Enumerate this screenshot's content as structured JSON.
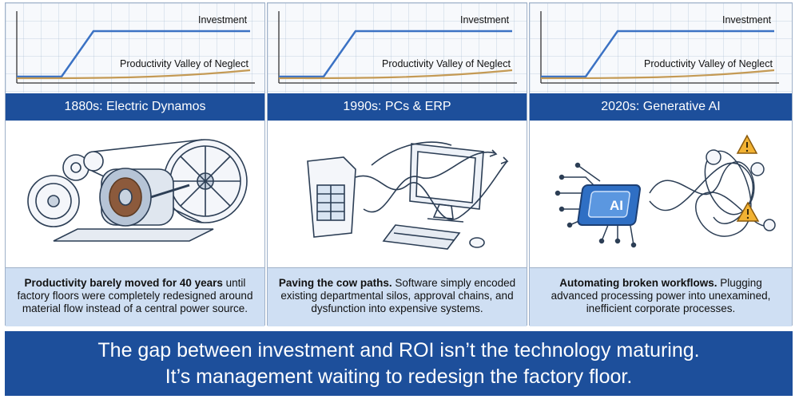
{
  "panels": [
    {
      "chart": {
        "investment_label": "Investment",
        "productivity_label": "Productivity Valley of Neglect"
      },
      "era_title": "1880s: Electric Dynamos",
      "caption_bold": "Productivity barely moved for 40 years",
      "caption_rest": " until factory floors were completely redesigned around material flow instead of a central power source."
    },
    {
      "chart": {
        "investment_label": "Investment",
        "productivity_label": "Productivity Valley of Neglect"
      },
      "era_title": "1990s: PCs & ERP",
      "caption_bold": "Paving the cow paths.",
      "caption_rest": " Software simply encoded existing departmental silos, approval chains, and dysfunction into expensive systems."
    },
    {
      "chart": {
        "investment_label": "Investment",
        "productivity_label": "Productivity Valley of Neglect"
      },
      "era_title": "2020s: Generative AI",
      "ai_chip_label": "AI",
      "caption_bold": "Automating broken workflows.",
      "caption_rest": " Plugging advanced processing power into unexamined, inefficient corporate processes."
    }
  ],
  "footer": {
    "line1": "The gap between investment and ROI isn’t the technology maturing.",
    "line2": "It’s management waiting to redesign the factory floor."
  },
  "colors": {
    "banner": "#1d4f9b",
    "investment_line": "#3b72c4",
    "productivity_line": "#c49a55",
    "caption_bg": "#cfdff3",
    "warning": "#f2b233"
  },
  "icons": [
    "dynamo-machine-icon",
    "computer-workflow-icon",
    "ai-chip-icon",
    "warning-icon"
  ]
}
